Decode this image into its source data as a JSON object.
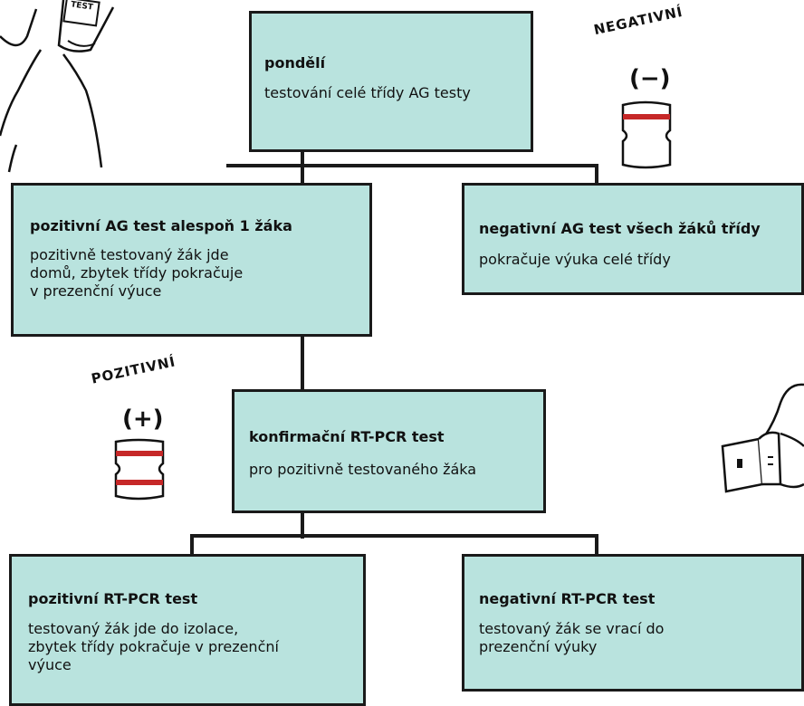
{
  "nodes": {
    "monday": {
      "title": "pondělí",
      "text": "testování celé třídy AG testy"
    },
    "positive_ag": {
      "title": "pozitivní AG test alespoň 1 žáka",
      "text": "pozitivně testovaný žák jde\ndomů, zbytek třídy pokračuje\nv prezenční výuce"
    },
    "negative_ag": {
      "title": "negativní AG test všech žáků třídy",
      "text": "pokračuje výuka celé třídy"
    },
    "confirm_pcr": {
      "title": "konfirmační RT-PCR test",
      "text": "pro pozitivně testovaného žáka"
    },
    "positive_pcr": {
      "title": "pozitivní RT-PCR test",
      "text": "testovaný žák jde do izolace,\nzbytek třídy pokračuje v prezenční\nvýuce"
    },
    "negative_pcr": {
      "title": "negativní RT-PCR test",
      "text": "testovaný žák se vrací do\nprezenční výuky"
    }
  },
  "illustrations": {
    "negative_label": "NEGATIVNÍ",
    "negative_symbol": "(−)",
    "positive_label": "POZITIVNÍ",
    "positive_symbol": "(+)",
    "doc_label": "TEST"
  },
  "colors": {
    "box_fill": "#b9e3de",
    "line": "#1a1a1a",
    "test_band": "#c62828"
  }
}
